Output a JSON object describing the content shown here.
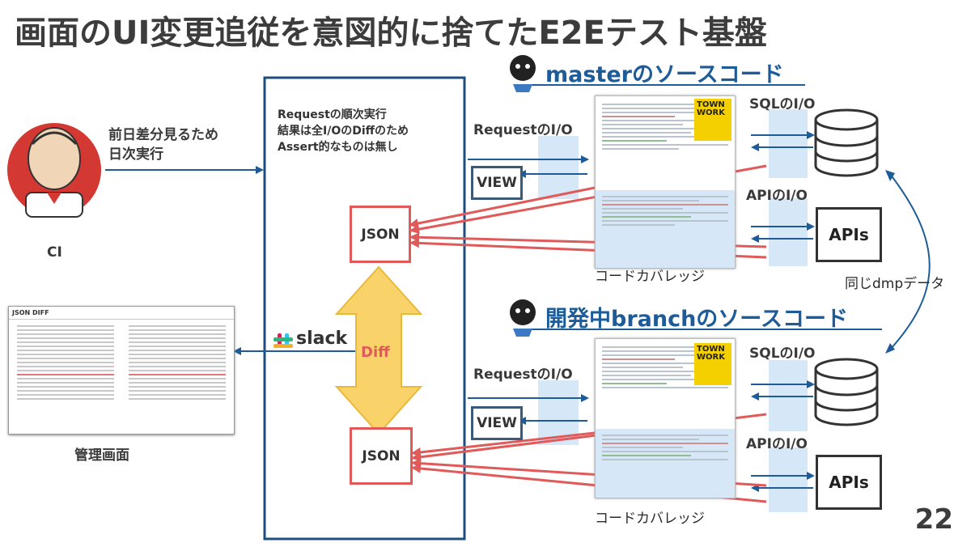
{
  "title": "画面のUI変更追従を意図的に捨てたE2Eテスト基盤",
  "page_number": "22",
  "ci": {
    "label": "CI",
    "trigger_text": "前日差分見るため\n日次実行"
  },
  "runner": {
    "description": "Requestの順次実行\n結果は全I/OのDiffのため\nAssert的なものは無し",
    "json_label": "JSON",
    "diff_label": "Diff",
    "slack_label": "slack"
  },
  "admin": {
    "caption": "管理画面",
    "panel_title": "JSON DIFF"
  },
  "master": {
    "title": "masterのソースコード",
    "request_io": "RequestのI/O",
    "view": "VIEW",
    "sql_io": "SQLのI/O",
    "api_io": "APIのI/O",
    "apis": "APIs",
    "coverage": "コードカバレッジ",
    "logo_text": "TOWN\nWORK"
  },
  "branch": {
    "title": "開発中branchのソースコード",
    "request_io": "RequestのI/O",
    "view": "VIEW",
    "sql_io": "SQLのI/O",
    "api_io": "APIのI/O",
    "apis": "APIs",
    "coverage": "コードカバレッジ",
    "logo_text": "TOWN\nWORK"
  },
  "shared_dump": "同じdmpデータ",
  "colors": {
    "blue_arrow": "#1d5b99",
    "red_arrow": "#e05a5a",
    "diff_arrow_fill": "#f9d26a",
    "shade": "#d6e8f8"
  }
}
